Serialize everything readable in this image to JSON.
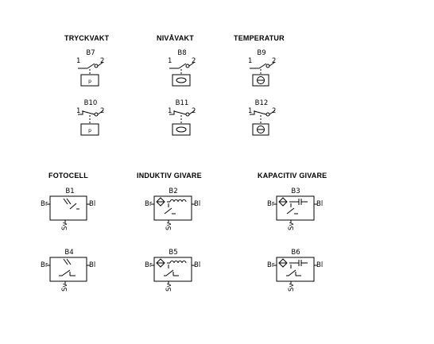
{
  "headers": {
    "tryckvakt": "TRYCKVAKT",
    "nivavakt": "NIVÅVAKT",
    "temperatur": "TEMPERATUR",
    "fotocell": "FOTOCELL",
    "induktiv": "INDUKTIV GIVARE",
    "kapacitiv": "KAPACITIV GIVARE"
  },
  "switches": [
    {
      "id": "B7",
      "term1": "1",
      "term2": "2",
      "sensor": "p"
    },
    {
      "id": "B8",
      "term1": "1",
      "term2": "2"
    },
    {
      "id": "B9",
      "term1": "1",
      "term2": "2"
    },
    {
      "id": "B10",
      "term1": "1",
      "term2": "2",
      "sensor": "p"
    },
    {
      "id": "B11",
      "term1": "1",
      "term2": "2"
    },
    {
      "id": "B12",
      "term1": "1",
      "term2": "2"
    }
  ],
  "sensors": [
    {
      "id": "B1",
      "left": "Br",
      "right": "Bl",
      "bottom": "Sv"
    },
    {
      "id": "B2",
      "left": "Br",
      "right": "Bl",
      "bottom": "Sv"
    },
    {
      "id": "B3",
      "left": "Br",
      "right": "Bl",
      "bottom": "Sv"
    },
    {
      "id": "B4",
      "left": "Br",
      "right": "Bl",
      "bottom": "Sv"
    },
    {
      "id": "B5",
      "left": "Br",
      "right": "Bl",
      "bottom": "Sv"
    },
    {
      "id": "B6",
      "left": "Br",
      "right": "Bl",
      "bottom": "Sv"
    }
  ]
}
